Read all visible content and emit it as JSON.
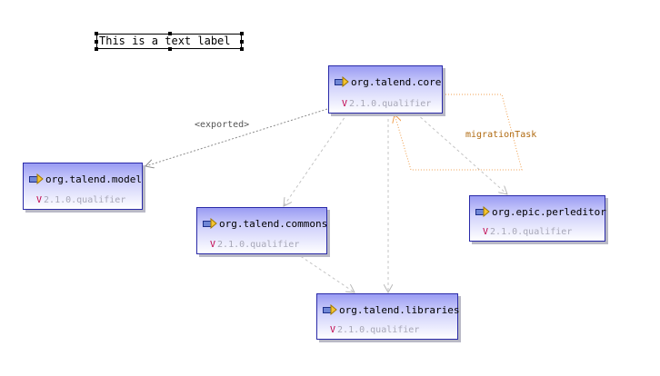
{
  "text_label": "This is a text label",
  "edge_labels": {
    "exported": "<exported>",
    "migration": "migrationTask"
  },
  "colors": {
    "node_border": "#2a2aa8",
    "dependency_edge": "#c4c4c4",
    "exported_edge": "#8c8c8c",
    "migration_edge": "#f0a050",
    "version_text": "#a8a8b8"
  },
  "nodes": {
    "core": {
      "name": "org.talend.core",
      "version": "2.1.0.qualifier",
      "icon": "plugin-icon"
    },
    "model": {
      "name": "org.talend.model",
      "version": "2.1.0.qualifier",
      "icon": "plugin-icon"
    },
    "commons": {
      "name": "org.talend.commons",
      "version": "2.1.0.qualifier",
      "icon": "plugin-icon"
    },
    "libraries": {
      "name": "org.talend.libraries",
      "version": "2.1.0.qualifier",
      "icon": "plugin-icon"
    },
    "perl": {
      "name": "org.epic.perleditor",
      "version": "2.1.0.qualifier",
      "icon": "plugin-icon"
    }
  },
  "version_mark": "V"
}
